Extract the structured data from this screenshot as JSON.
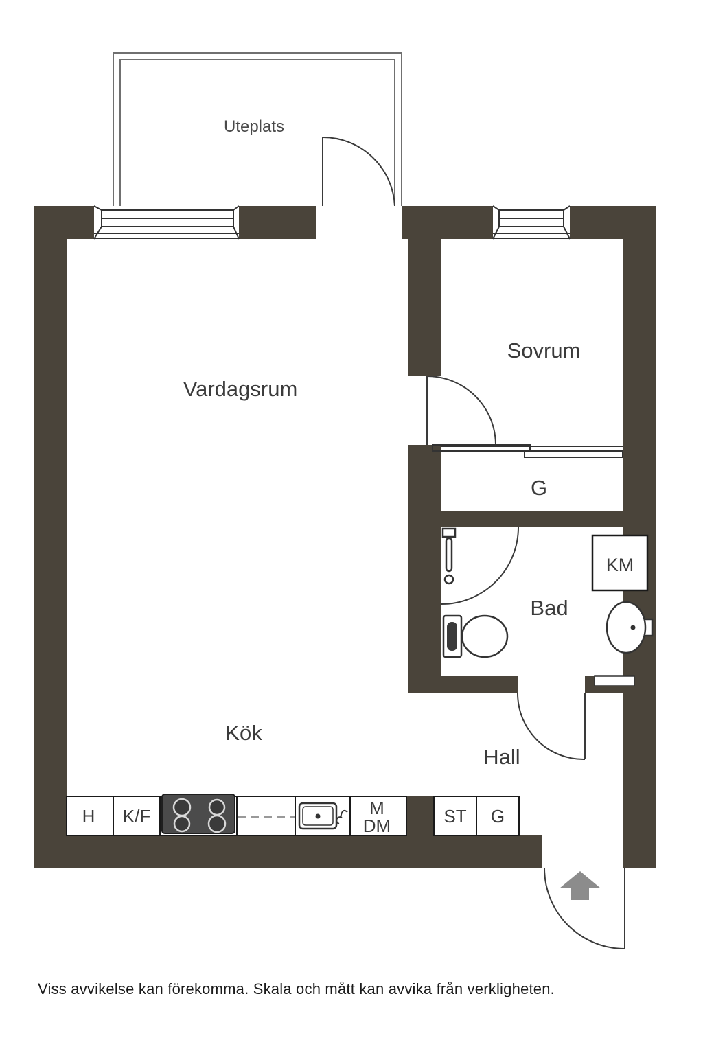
{
  "colors": {
    "wall": "#4a443a",
    "arrow": "#8c8c8c",
    "stove_panel": "#4b4b4b"
  },
  "rooms": {
    "uteplats": "Uteplats",
    "vardagsrum": "Vardagsrum",
    "sovrum": "Sovrum",
    "closet_g": "G",
    "bad": "Bad",
    "km": "KM",
    "kok": "Kök",
    "hall": "Hall"
  },
  "kitchen": {
    "h": "H",
    "kf": "K/F",
    "m": "M",
    "dm": "DM",
    "st": "ST",
    "g": "G"
  },
  "footer": {
    "disclaimer": "Viss avvikelse kan förekomma. Skala och mått kan avvika från verkligheten."
  }
}
